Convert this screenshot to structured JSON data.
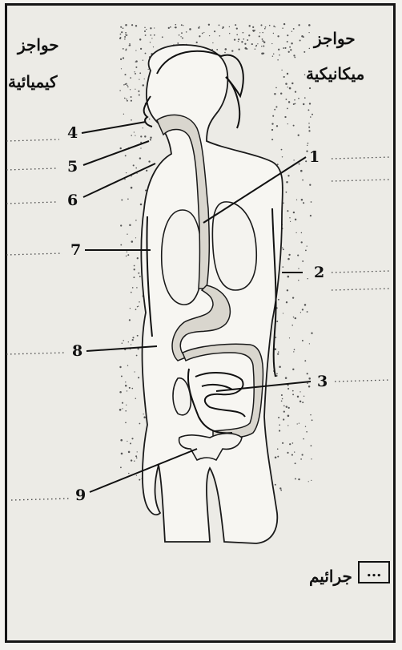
{
  "headings": {
    "left_line1": "حواجز",
    "left_line2": "كيميائية",
    "right_line1": "حواجز",
    "right_line2": "ميكانيكية"
  },
  "labels": {
    "n1": "1",
    "n2": "2",
    "n3": "3",
    "n4": "4",
    "n5": "5",
    "n6": "6",
    "n7": "7",
    "n8": "8",
    "n9": "9"
  },
  "bottom": {
    "text": "جرائيم",
    "box": "..."
  }
}
